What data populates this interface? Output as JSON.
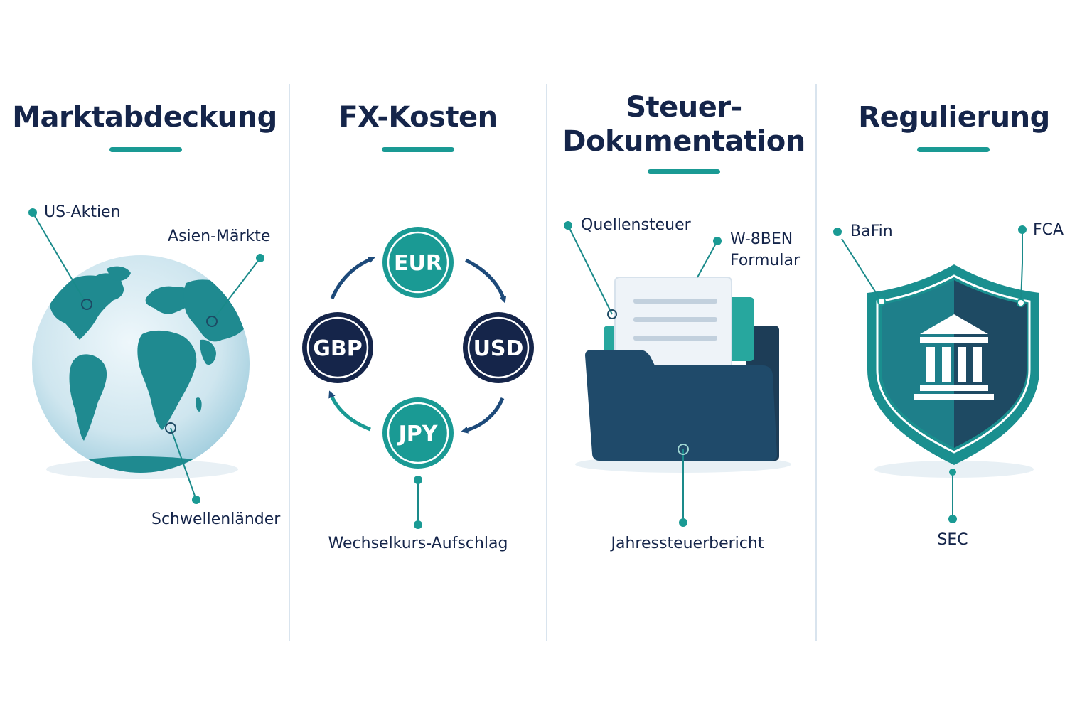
{
  "panels": [
    {
      "title": "Marktabdeckung",
      "labels": {
        "us_stocks": "US-Aktien",
        "asia": "Asien-Märkte",
        "emerging": "Schwellenländer"
      }
    },
    {
      "title": "FX-Kosten",
      "currencies": {
        "top": "EUR",
        "right": "USD",
        "bottom": "JPY",
        "left": "GBP"
      },
      "labels": {
        "markup": "Wechselkurs-Aufschlag"
      }
    },
    {
      "title_line1": "Steuer-",
      "title_line2": "Dokumentation",
      "labels": {
        "withholding": "Quellensteuer",
        "w8ben_line1": "W-8BEN",
        "w8ben_line2": "Formular",
        "annual": "Jahressteuerbericht"
      }
    },
    {
      "title": "Regulierung",
      "labels": {
        "bafin": "BaFin",
        "fca": "FCA",
        "sec": "SEC"
      }
    }
  ],
  "colors": {
    "navy": "#15254a",
    "teal": "#1a9a94",
    "dark_teal": "#1d4a64",
    "divider": "#d9e4ee"
  },
  "icons": [
    "globe-icon",
    "currency-cycle-icon",
    "folder-document-icon",
    "shield-bank-icon"
  ]
}
